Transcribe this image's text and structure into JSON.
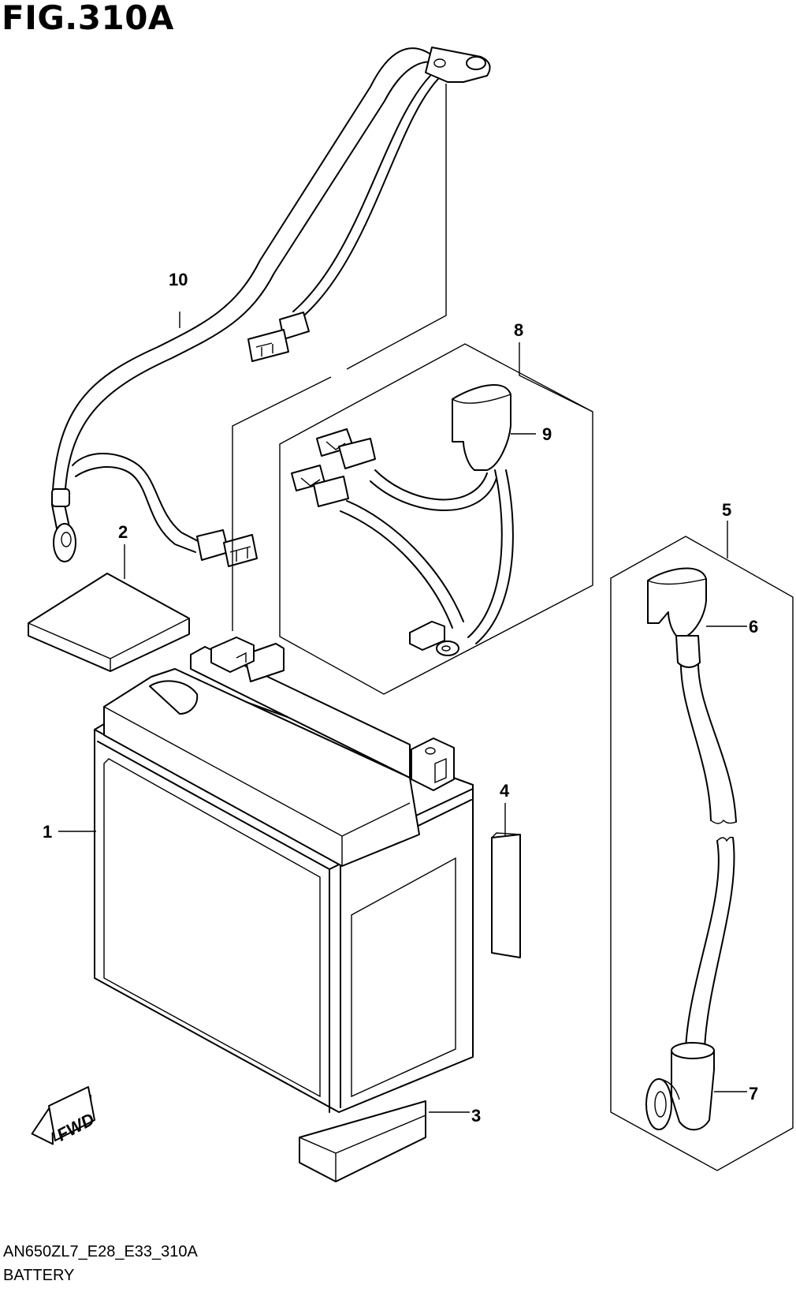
{
  "figure": {
    "title": "FIG.310A"
  },
  "footer": {
    "model_code": "AN650ZL7_E28_E33_310A",
    "section_name": "BATTERY"
  },
  "direction_marker": {
    "text": "FWD"
  },
  "callouts": [
    {
      "number": "1",
      "part": "battery"
    },
    {
      "number": "2",
      "part": "pad"
    },
    {
      "number": "3",
      "part": "pad"
    },
    {
      "number": "4",
      "part": "pad"
    },
    {
      "number": "5",
      "part": "cable set"
    },
    {
      "number": "6",
      "part": "cap"
    },
    {
      "number": "7",
      "part": "cap"
    },
    {
      "number": "8",
      "part": "cable set"
    },
    {
      "number": "9",
      "part": "cap"
    },
    {
      "number": "10",
      "part": "harness"
    }
  ]
}
